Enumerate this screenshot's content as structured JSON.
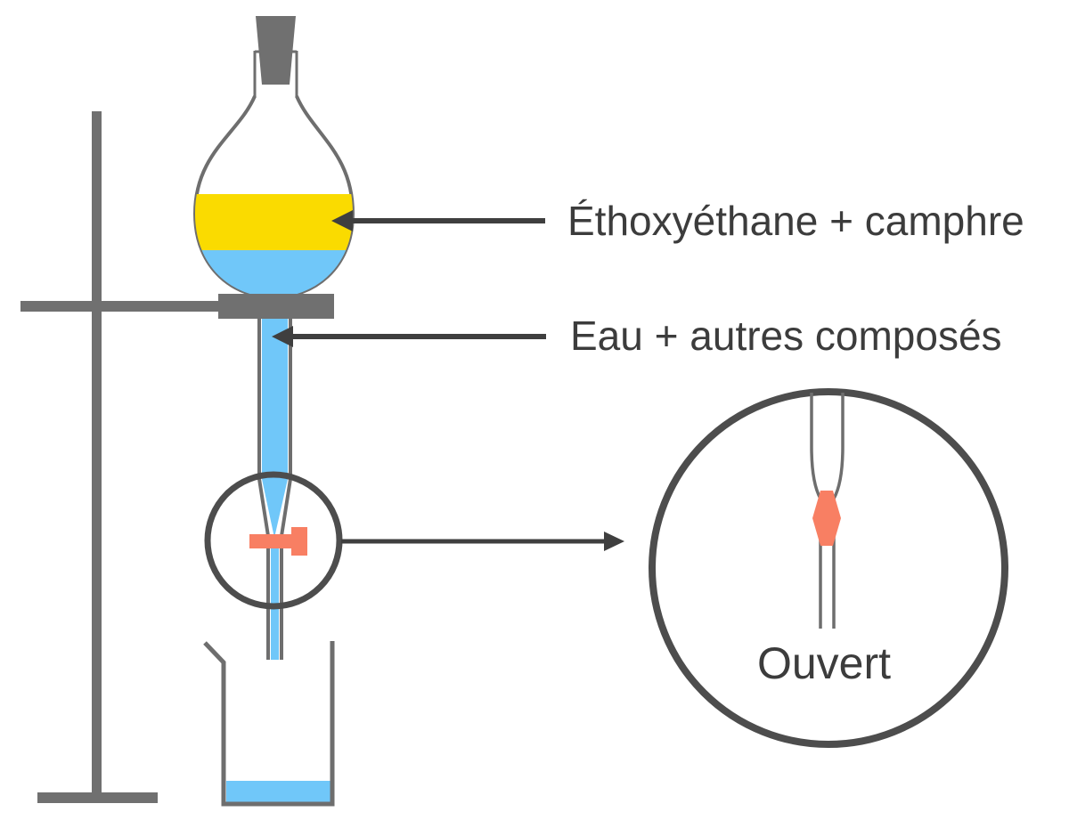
{
  "diagram": {
    "type": "separating-funnel-decantation-setup",
    "labels": {
      "ether_camphor": "Éthoxyéthane + camphre",
      "water_compounds": "Eau + autres composés",
      "stopcock_state": "Ouvert"
    },
    "callouts": [
      {
        "target": "funnel-top-liquid-layer",
        "label": "Éthoxyéthane + camphre"
      },
      {
        "target": "funnel-stem-liquid",
        "label": "Eau + autres composés"
      },
      {
        "target": "stopcock",
        "label": "Ouvert",
        "style": "magnified-circle-view"
      }
    ],
    "components": [
      "lab-stand",
      "clamp",
      "separating-funnel",
      "stopper",
      "stopcock",
      "beaker",
      "magnified-stopcock-view"
    ]
  },
  "colors": {
    "background": "#ffffff",
    "ether-yellow": "#fadb00",
    "water-blue": "#70c7f9",
    "stopcock-salmon": "#f87f63",
    "metal-gray": "#707070",
    "glass-outline": "#6e6e6e",
    "circle-outline": "#4d4d4d",
    "arrow-dark": "#3f3f3f",
    "text-dark": "#3c3c3c"
  }
}
